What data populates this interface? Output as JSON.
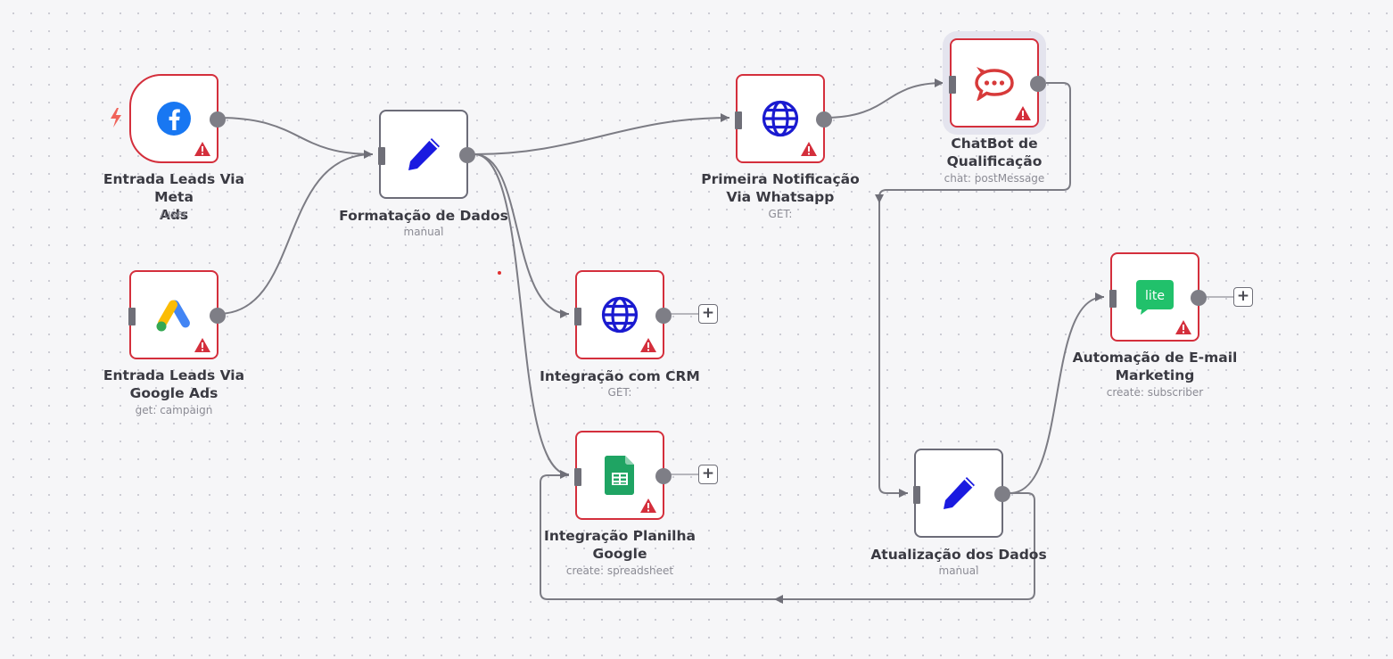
{
  "canvas": {
    "background": "#f6f6f8",
    "edge_color": "#7c7c84",
    "error_color": "#d42f3c"
  },
  "nodes": {
    "meta_ads": {
      "title_l1": "Entrada Leads Via Meta",
      "title_l2": "Ads",
      "subtitle": "/user",
      "icon": "facebook-icon",
      "status": "warning",
      "trigger": true
    },
    "google_ads": {
      "title_l1": "Entrada Leads Via",
      "title_l2": "Google Ads",
      "subtitle": "get: campaign",
      "icon": "google-ads-icon",
      "status": "warning"
    },
    "format_data": {
      "title_l1": "Formatação de Dados",
      "subtitle": "manual",
      "icon": "pencil-icon",
      "status": "ok"
    },
    "whatsapp": {
      "title_l1": "Primeira Notificação",
      "title_l2": "Via Whatsapp",
      "subtitle": "GET:",
      "icon": "globe-icon",
      "status": "warning"
    },
    "chatbot": {
      "title_l1": "ChatBot de",
      "title_l2": "Qualificação",
      "subtitle": "chat: postMessage",
      "icon": "rocketchat-icon",
      "status": "warning",
      "selected": true
    },
    "crm": {
      "title_l1": "Integração com CRM",
      "subtitle": "GET:",
      "icon": "globe-icon",
      "status": "warning"
    },
    "sheets": {
      "title_l1": "Integração Planilha",
      "title_l2": "Google",
      "subtitle": "create: spreadsheet",
      "icon": "google-sheets-icon",
      "status": "warning"
    },
    "update_data": {
      "title_l1": "Atualização dos Dados",
      "subtitle": "manual",
      "icon": "pencil-icon",
      "status": "ok"
    },
    "email": {
      "title_l1": "Automação de E-mail",
      "title_l2": "Marketing",
      "subtitle": "create: subscriber",
      "icon": "mailerlite-icon",
      "icon_text": "lite",
      "status": "warning"
    }
  },
  "add_buttons": {
    "label": "+"
  }
}
